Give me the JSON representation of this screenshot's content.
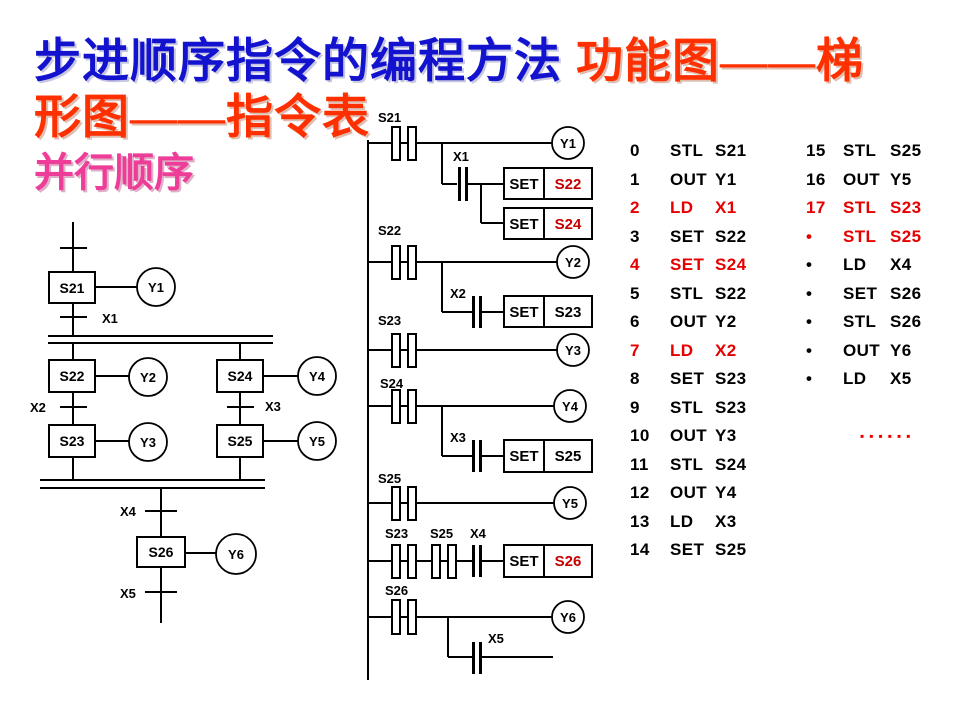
{
  "title": {
    "blue": "步进顺序指令的编程方法",
    "red1": "功能图——梯",
    "red2": "形图——指令表",
    "subtitle": "并行顺序"
  },
  "colors": {
    "title_blue": "#1212cf",
    "title_red": "#ff3000",
    "subtitle_pink": "#ee3d98",
    "code_red": "#e60000",
    "set_operand_red": "#c40000",
    "line_black": "#000000"
  },
  "sfc": {
    "steps": {
      "s21": "S21",
      "s22": "S22",
      "s23": "S23",
      "s24": "S24",
      "s25": "S25",
      "s26": "S26"
    },
    "outputs": {
      "y1": "Y1",
      "y2": "Y2",
      "y3": "Y3",
      "y4": "Y4",
      "y5": "Y5",
      "y6": "Y6"
    },
    "transitions": {
      "x1": "X1",
      "x2": "X2",
      "x3": "X3",
      "x4": "X4",
      "x5": "X5"
    }
  },
  "ladder": {
    "set_label": "SET",
    "rungs": [
      {
        "contact": "S21",
        "coil": "Y1",
        "branch_contact": "X1",
        "set1_target": "S22",
        "set2_target": "S24"
      },
      {
        "contact": "S22",
        "coil": "Y2",
        "branch_contact": "X2",
        "set1_target": "S23"
      },
      {
        "contact": "S23",
        "coil": "Y3"
      },
      {
        "contact": "S24",
        "coil": "Y4",
        "branch_contact": "X3",
        "set1_target": "S25"
      },
      {
        "contact": "S25",
        "coil": "Y5"
      },
      {
        "contact1": "S23",
        "contact2": "S25",
        "contact3": "X4",
        "set1_target": "S26"
      },
      {
        "contact": "S26",
        "coil": "Y6",
        "branch_contact": "X5"
      }
    ]
  },
  "program": {
    "left": [
      {
        "num": "0",
        "op": "STL",
        "operand": "S21"
      },
      {
        "num": "1",
        "op": "OUT",
        "operand": "Y1"
      },
      {
        "num": "2",
        "op": "LD",
        "operand": "X1",
        "red": true
      },
      {
        "num": "3",
        "op": "SET",
        "operand": "S22"
      },
      {
        "num": "4",
        "op": "SET",
        "operand": "S24",
        "red": true
      },
      {
        "num": "5",
        "op": "STL",
        "operand": "S22"
      },
      {
        "num": "6",
        "op": "OUT",
        "operand": "Y2"
      },
      {
        "num": "7",
        "op": "LD",
        "operand": "X2",
        "red": true
      },
      {
        "num": "8",
        "op": "SET",
        "operand": "S23"
      },
      {
        "num": "9",
        "op": "STL",
        "operand": "S23"
      },
      {
        "num": "10",
        "op": "OUT",
        "operand": "Y3"
      },
      {
        "num": "11",
        "op": "STL",
        "operand": "S24"
      },
      {
        "num": "12",
        "op": "OUT",
        "operand": "Y4"
      },
      {
        "num": "13",
        "op": "LD",
        "operand": "X3"
      },
      {
        "num": "14",
        "op": "SET",
        "operand": "S25"
      }
    ],
    "right": [
      {
        "num": "15",
        "op": "STL",
        "operand": "S25"
      },
      {
        "num": "16",
        "op": "OUT",
        "operand": "Y5"
      },
      {
        "num": "17",
        "op": "STL",
        "operand": "S23",
        "red": true
      },
      {
        "num": "•",
        "op": "STL",
        "operand": "S25",
        "red": true
      },
      {
        "num": "•",
        "op": "LD",
        "operand": "X4"
      },
      {
        "num": "•",
        "op": "SET",
        "operand": "S26"
      },
      {
        "num": "•",
        "op": "STL",
        "operand": "S26"
      },
      {
        "num": "•",
        "op": "OUT",
        "operand": "Y6"
      },
      {
        "num": "•",
        "op": "LD",
        "operand": "X5"
      }
    ],
    "ellipsis": "▪▪▪▪▪▪"
  }
}
